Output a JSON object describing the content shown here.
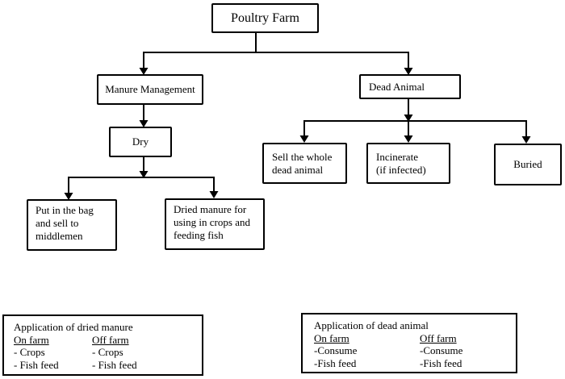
{
  "flowchart": {
    "nodes": {
      "root": "Poultry Farm",
      "manure_management": "Manure Management",
      "dead_animal": "Dead Animal",
      "dry": "Dry",
      "put_in_bag": "Put in the bag\nand sell to\nmiddlemen",
      "dried_manure": "Dried manure for\nusing in crops and\nfeeding fish",
      "sell_whole": "Sell the whole\ndead animal",
      "incinerate": "Incinerate\n(if infected)",
      "buried": "Buried"
    }
  },
  "legends": {
    "dried_manure": {
      "title": "Application of dried manure",
      "on_farm_header": "On farm",
      "off_farm_header": "Off farm",
      "on_farm_items": [
        "- Crops",
        "- Fish feed"
      ],
      "off_farm_items": [
        "- Crops",
        "- Fish feed"
      ]
    },
    "dead_animal": {
      "title": "Application of dead animal",
      "on_farm_header": "On farm",
      "off_farm_header": "Off farm",
      "on_farm_items": [
        "-Consume",
        "-Fish feed"
      ],
      "off_farm_items": [
        "-Consume",
        "-Fish feed"
      ]
    }
  },
  "colors": {
    "line": "#000000",
    "background": "#ffffff",
    "text": "#000000"
  }
}
